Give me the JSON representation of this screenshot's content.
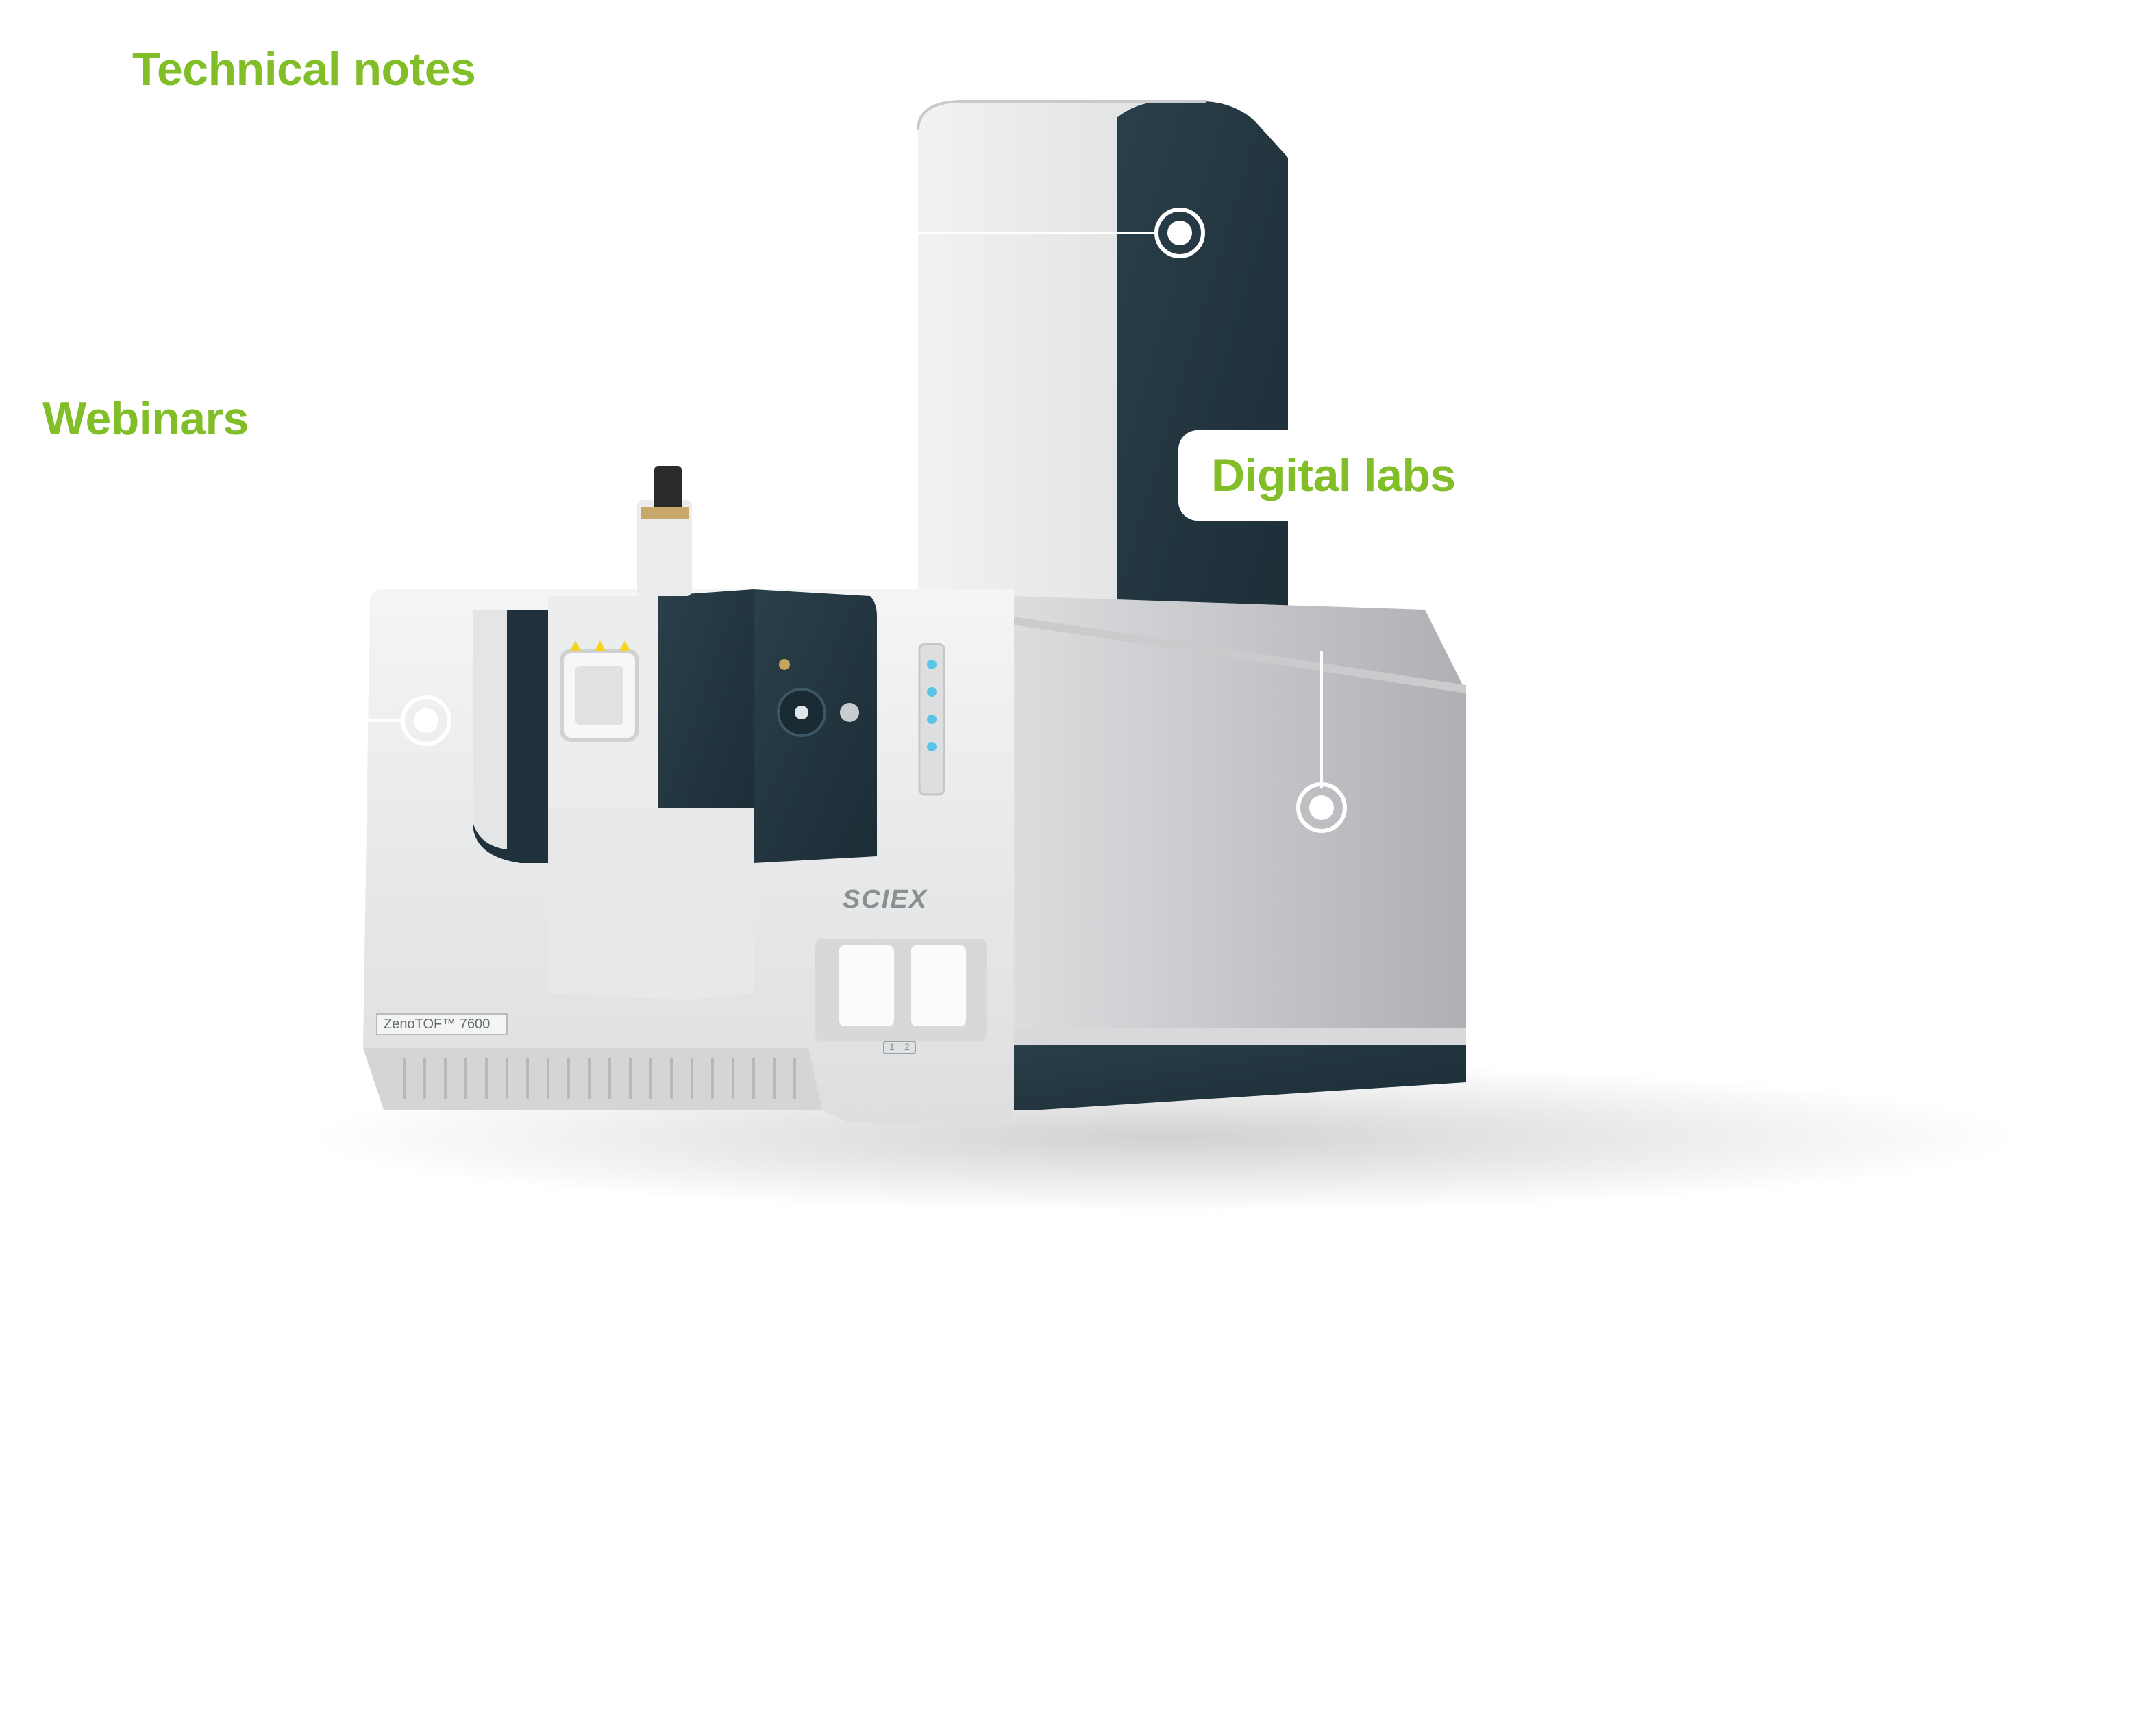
{
  "nav": {
    "technical_notes": "Technical notes",
    "webinars": "Webinars",
    "digital_labs": "Digital labs"
  },
  "instrument": {
    "brand": "SCIEX",
    "model": "ZenoTOF™ 7600",
    "port_labels": [
      "1",
      "2"
    ]
  },
  "hotspots": [
    {
      "target": "technical_notes",
      "icon": "hotspot-ring-icon"
    },
    {
      "target": "webinars",
      "icon": "hotspot-ring-icon"
    },
    {
      "target": "digital_labs",
      "icon": "hotspot-ring-icon"
    }
  ],
  "colors": {
    "accent_green": "#82BE28",
    "panel_dark_teal": "#22353F",
    "body_light_gray": "#E9EAEB",
    "hotspot_ring": "#ffffff",
    "status_led_blue": "#5BC3E6",
    "warning_yellow": "#F4D41E"
  }
}
